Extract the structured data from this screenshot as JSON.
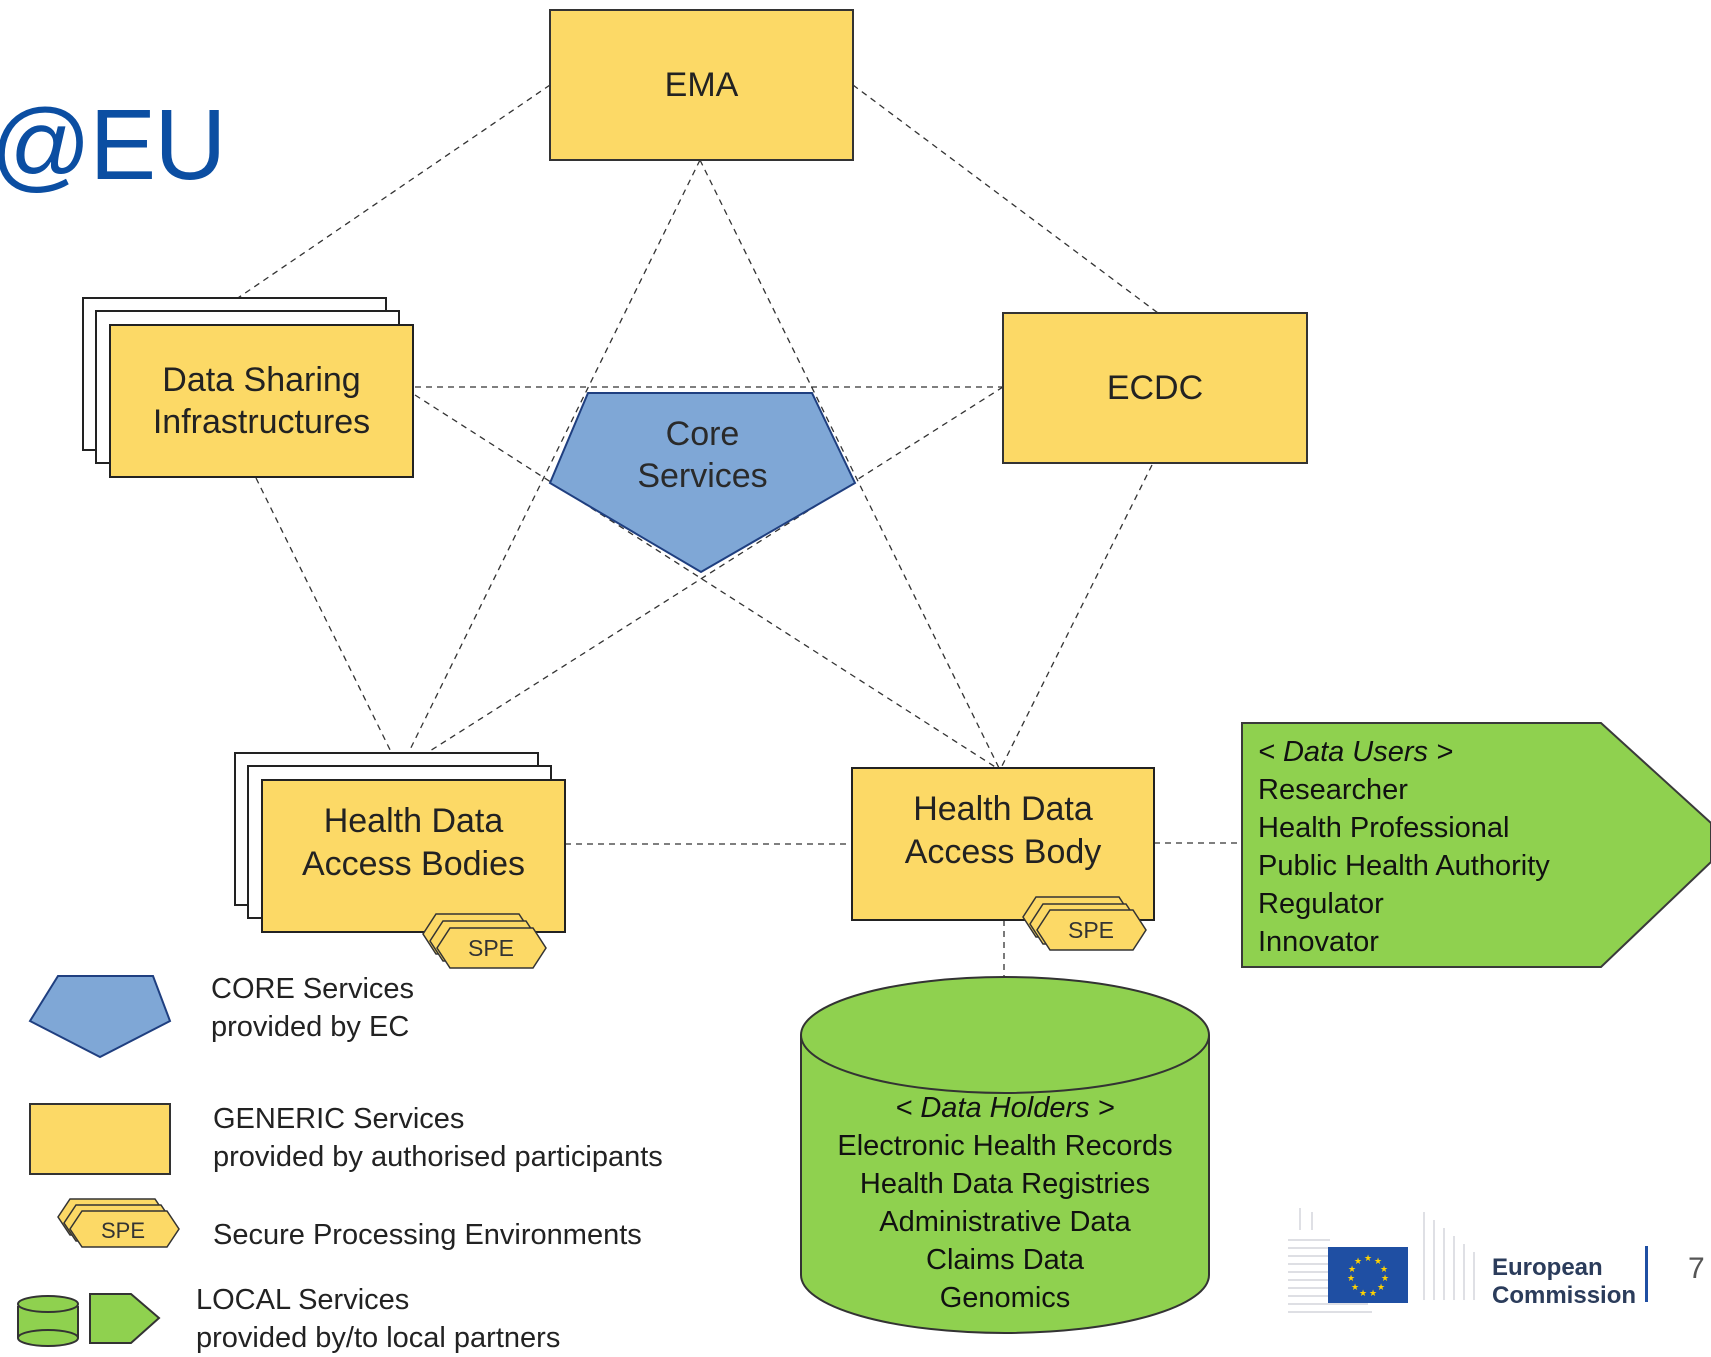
{
  "title_fragment": "@EU",
  "nodes": {
    "ema": "EMA",
    "ecdc": "ECDC",
    "dsi": "Data Sharing\nInfrastructures",
    "core": "Core\nServices",
    "hdabs": "Health Data\nAccess Bodies",
    "hdab": "Health Data\nAccess Body"
  },
  "spe_label": "SPE",
  "data_users": {
    "heading": "< Data Users >",
    "items": [
      "Researcher",
      "Health Professional",
      "Public Health Authority",
      "Regulator",
      "Innovator"
    ]
  },
  "data_holders": {
    "heading": "< Data Holders >",
    "items": [
      "Electronic Health Records",
      "Health Data Registries",
      "Administrative Data",
      "Claims Data",
      "Genomics"
    ]
  },
  "legend": [
    {
      "line1": "CORE Services",
      "line2": "provided by EC"
    },
    {
      "line1": "GENERIC Services",
      "line2": "provided by authorised participants"
    },
    {
      "line1": "Secure Processing Environments",
      "line2": ""
    },
    {
      "line1": "LOCAL Services",
      "line2": "provided by/to local partners"
    }
  ],
  "footer": {
    "org_line1": "European",
    "org_line2": "Commission",
    "page_number": "7"
  },
  "colors": {
    "yellow": "#fcd966",
    "blue": "#7fa7d6",
    "green": "#8fd14f",
    "title": "#0b4ea2",
    "eu_flag": "#1f4fa3"
  }
}
